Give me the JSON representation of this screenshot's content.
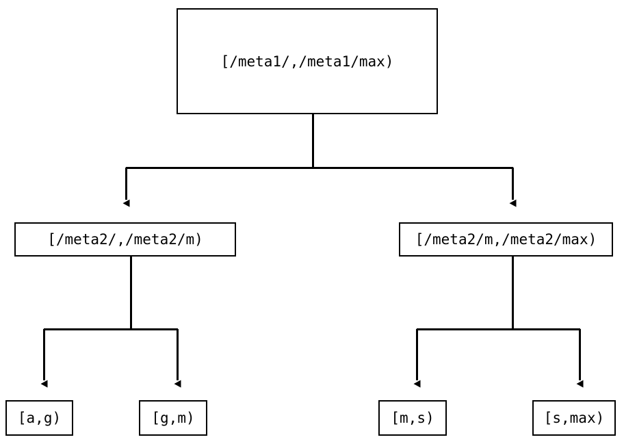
{
  "diagram": {
    "type": "binary-interval-tree",
    "title": "",
    "background_color": "#ffffff",
    "stroke_color": "#000000",
    "text_color": "#000000",
    "nodes": {
      "root": {
        "label": "[/meta1/,/meta1/max)"
      },
      "mid_left": {
        "label": "[/meta2/,/meta2/m)"
      },
      "mid_right": {
        "label": "[/meta2/m,/meta2/max)"
      },
      "leaf_1": {
        "label": "[a,g)"
      },
      "leaf_2": {
        "label": "[g,m)"
      },
      "leaf_3": {
        "label": "[m,s)"
      },
      "leaf_4": {
        "label": "[s,max)"
      }
    }
  }
}
